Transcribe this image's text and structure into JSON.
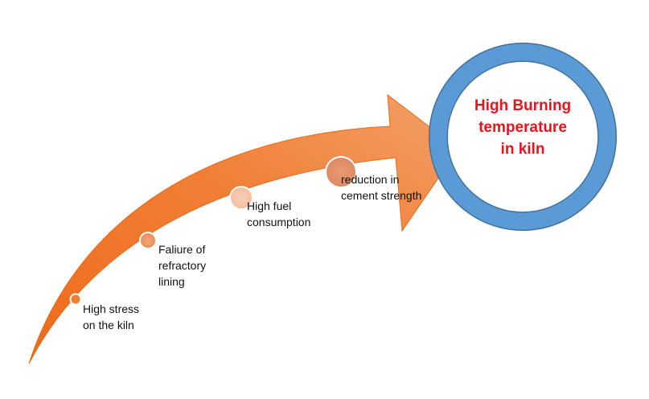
{
  "diagram": {
    "target": {
      "lines": [
        "High Burning",
        "temperature",
        "in kiln"
      ],
      "text_color": "#e8141b",
      "ring_color": "#5b9bd5",
      "ring_border": "#41719c"
    },
    "arrow": {
      "color": "#ed7d31"
    },
    "steps": [
      {
        "lines": [
          "High stress",
          "on the kiln"
        ]
      },
      {
        "lines": [
          "Faliure of",
          "refractory",
          "lining"
        ]
      },
      {
        "lines": [
          "High fuel",
          "consumption"
        ]
      },
      {
        "lines": [
          "reduction in",
          "cement strength"
        ]
      }
    ]
  }
}
